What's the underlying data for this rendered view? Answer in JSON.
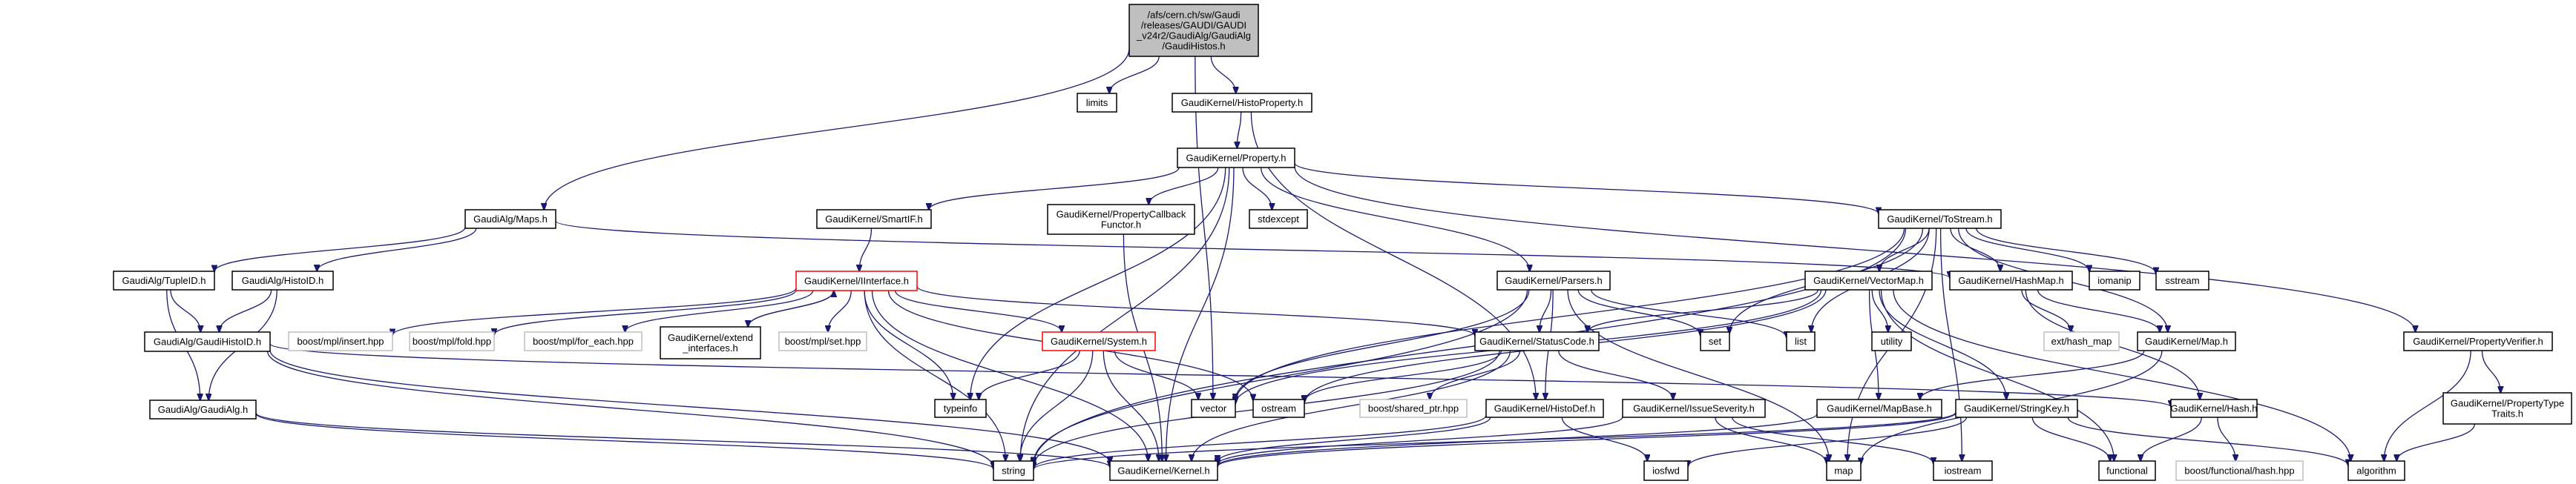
{
  "title": "Include dependency graph for GaudiHistos.h",
  "colors": {
    "edge": "#191970",
    "root_fill": "#bfbfbf",
    "external_border": "#bfbfbf",
    "error_border": "#ff0000",
    "normal_border": "#000000"
  },
  "nodes": [
    {
      "id": "root",
      "lines": [
        "/afs/cern.ch/sw/Gaudi",
        "/releases/GAUDI/GAUDI",
        "_v24r2/GaudiAlg/GaudiAlg",
        "/GaudiHistos.h"
      ],
      "kind": "root"
    },
    {
      "id": "limits",
      "lines": [
        "limits"
      ],
      "kind": "normal"
    },
    {
      "id": "histoproperty",
      "lines": [
        "GaudiKernel/HistoProperty.h"
      ],
      "kind": "normal"
    },
    {
      "id": "property",
      "lines": [
        "GaudiKernel/Property.h"
      ],
      "kind": "normal"
    },
    {
      "id": "maps",
      "lines": [
        "GaudiAlg/Maps.h"
      ],
      "kind": "normal"
    },
    {
      "id": "smartif",
      "lines": [
        "GaudiKernel/SmartIF.h"
      ],
      "kind": "normal"
    },
    {
      "id": "callback",
      "lines": [
        "GaudiKernel/PropertyCallback",
        "Functor.h"
      ],
      "kind": "normal"
    },
    {
      "id": "stdexcept",
      "lines": [
        "stdexcept"
      ],
      "kind": "normal"
    },
    {
      "id": "tostream",
      "lines": [
        "GaudiKernel/ToStream.h"
      ],
      "kind": "normal"
    },
    {
      "id": "tupleid",
      "lines": [
        "GaudiAlg/TupleID.h"
      ],
      "kind": "normal"
    },
    {
      "id": "histoid",
      "lines": [
        "GaudiAlg/HistoID.h"
      ],
      "kind": "normal"
    },
    {
      "id": "iinterface",
      "lines": [
        "GaudiKernel/IInterface.h"
      ],
      "kind": "error"
    },
    {
      "id": "parsers",
      "lines": [
        "GaudiKernel/Parsers.h"
      ],
      "kind": "normal"
    },
    {
      "id": "vectormap",
      "lines": [
        "GaudiKernel/VectorMap.h"
      ],
      "kind": "normal"
    },
    {
      "id": "hashmap",
      "lines": [
        "GaudiKernel/HashMap.h"
      ],
      "kind": "normal"
    },
    {
      "id": "iomanip",
      "lines": [
        "iomanip"
      ],
      "kind": "normal"
    },
    {
      "id": "sstream",
      "lines": [
        "sstream"
      ],
      "kind": "normal"
    },
    {
      "id": "gaudihistoid",
      "lines": [
        "GaudiAlg/GaudiHistoID.h"
      ],
      "kind": "normal"
    },
    {
      "id": "mpl_insert",
      "lines": [
        "boost/mpl/insert.hpp"
      ],
      "kind": "external"
    },
    {
      "id": "mpl_fold",
      "lines": [
        "boost/mpl/fold.hpp"
      ],
      "kind": "external"
    },
    {
      "id": "mpl_for_each",
      "lines": [
        "boost/mpl/for_each.hpp"
      ],
      "kind": "external"
    },
    {
      "id": "extend_interfaces",
      "lines": [
        "GaudiKernel/extend",
        "_interfaces.h"
      ],
      "kind": "normal"
    },
    {
      "id": "mpl_set",
      "lines": [
        "boost/mpl/set.hpp"
      ],
      "kind": "external"
    },
    {
      "id": "system",
      "lines": [
        "GaudiKernel/System.h"
      ],
      "kind": "error"
    },
    {
      "id": "statuscode",
      "lines": [
        "GaudiKernel/StatusCode.h"
      ],
      "kind": "normal"
    },
    {
      "id": "set",
      "lines": [
        "set"
      ],
      "kind": "normal"
    },
    {
      "id": "list",
      "lines": [
        "list"
      ],
      "kind": "normal"
    },
    {
      "id": "utility",
      "lines": [
        "utility"
      ],
      "kind": "normal"
    },
    {
      "id": "hash_map",
      "lines": [
        "ext/hash_map"
      ],
      "kind": "external"
    },
    {
      "id": "mapheader",
      "lines": [
        "GaudiKernel/Map.h"
      ],
      "kind": "normal"
    },
    {
      "id": "propertyverifier",
      "lines": [
        "GaudiKernel/PropertyVerifier.h"
      ],
      "kind": "normal"
    },
    {
      "id": "gaudialg",
      "lines": [
        "GaudiAlg/GaudiAlg.h"
      ],
      "kind": "normal"
    },
    {
      "id": "typeinfo",
      "lines": [
        "typeinfo"
      ],
      "kind": "normal"
    },
    {
      "id": "vector",
      "lines": [
        "vector"
      ],
      "kind": "normal"
    },
    {
      "id": "ostream",
      "lines": [
        "ostream"
      ],
      "kind": "normal"
    },
    {
      "id": "shared_ptr",
      "lines": [
        "boost/shared_ptr.hpp"
      ],
      "kind": "external"
    },
    {
      "id": "histodef",
      "lines": [
        "GaudiKernel/HistoDef.h"
      ],
      "kind": "normal"
    },
    {
      "id": "issueseverity",
      "lines": [
        "GaudiKernel/IssueSeverity.h"
      ],
      "kind": "normal"
    },
    {
      "id": "mapbase",
      "lines": [
        "GaudiKernel/MapBase.h"
      ],
      "kind": "normal"
    },
    {
      "id": "stringkey",
      "lines": [
        "GaudiKernel/StringKey.h"
      ],
      "kind": "normal"
    },
    {
      "id": "hashheader",
      "lines": [
        "GaudiKernel/Hash.h"
      ],
      "kind": "normal"
    },
    {
      "id": "propertytypetraits",
      "lines": [
        "GaudiKernel/PropertyType",
        "Traits.h"
      ],
      "kind": "normal"
    },
    {
      "id": "string",
      "lines": [
        "string"
      ],
      "kind": "normal"
    },
    {
      "id": "kernel",
      "lines": [
        "GaudiKernel/Kernel.h"
      ],
      "kind": "normal"
    },
    {
      "id": "iosfwd",
      "lines": [
        "iosfwd"
      ],
      "kind": "normal"
    },
    {
      "id": "map",
      "lines": [
        "map"
      ],
      "kind": "normal"
    },
    {
      "id": "iostream",
      "lines": [
        "iostream"
      ],
      "kind": "normal"
    },
    {
      "id": "functional",
      "lines": [
        "functional"
      ],
      "kind": "normal"
    },
    {
      "id": "boost_functional_hash",
      "lines": [
        "boost/functional/hash.hpp"
      ],
      "kind": "external"
    },
    {
      "id": "algorithm",
      "lines": [
        "algorithm"
      ],
      "kind": "normal"
    }
  ],
  "edges": [
    [
      "root",
      "limits"
    ],
    [
      "root",
      "histoproperty"
    ],
    [
      "root",
      "maps"
    ],
    [
      "root",
      "vector"
    ],
    [
      "histoproperty",
      "property"
    ],
    [
      "histoproperty",
      "histodef"
    ],
    [
      "property",
      "string"
    ],
    [
      "property",
      "smartif"
    ],
    [
      "property",
      "callback"
    ],
    [
      "property",
      "stdexcept"
    ],
    [
      "property",
      "typeinfo"
    ],
    [
      "property",
      "kernel"
    ],
    [
      "property",
      "parsers"
    ],
    [
      "property",
      "tostream"
    ],
    [
      "property",
      "propertyverifier"
    ],
    [
      "maps",
      "tupleid"
    ],
    [
      "maps",
      "histoid"
    ],
    [
      "maps",
      "hashmap"
    ],
    [
      "smartif",
      "iinterface"
    ],
    [
      "callback",
      "kernel"
    ],
    [
      "tostream",
      "string"
    ],
    [
      "tostream",
      "vector"
    ],
    [
      "tostream",
      "list"
    ],
    [
      "tostream",
      "set"
    ],
    [
      "tostream",
      "vectormap"
    ],
    [
      "tostream",
      "hashmap"
    ],
    [
      "tostream",
      "iomanip"
    ],
    [
      "tostream",
      "sstream"
    ],
    [
      "tostream",
      "mapheader"
    ],
    [
      "tostream",
      "map"
    ],
    [
      "tostream",
      "iostream"
    ],
    [
      "tupleid",
      "gaudihistoid"
    ],
    [
      "tupleid",
      "gaudialg"
    ],
    [
      "histoid",
      "gaudihistoid"
    ],
    [
      "histoid",
      "gaudialg"
    ],
    [
      "iinterface",
      "mpl_insert"
    ],
    [
      "iinterface",
      "mpl_fold"
    ],
    [
      "iinterface",
      "mpl_for_each"
    ],
    [
      "iinterface",
      "extend_interfaces"
    ],
    [
      "iinterface",
      "mpl_set"
    ],
    [
      "iinterface",
      "typeinfo"
    ],
    [
      "iinterface",
      "system"
    ],
    [
      "iinterface",
      "statuscode"
    ],
    [
      "iinterface",
      "ostream"
    ],
    [
      "iinterface",
      "kernel"
    ],
    [
      "iinterface",
      "string"
    ],
    [
      "extend_interfaces",
      "iinterface"
    ],
    [
      "parsers",
      "string"
    ],
    [
      "parsers",
      "vector"
    ],
    [
      "parsers",
      "statuscode"
    ],
    [
      "parsers",
      "set"
    ],
    [
      "parsers",
      "list"
    ],
    [
      "parsers",
      "map"
    ],
    [
      "parsers",
      "histodef"
    ],
    [
      "vectormap",
      "statuscode"
    ],
    [
      "vectormap",
      "vector"
    ],
    [
      "vectormap",
      "ostream"
    ],
    [
      "vectormap",
      "utility"
    ],
    [
      "vectormap",
      "mapbase"
    ],
    [
      "vectormap",
      "stringkey"
    ],
    [
      "vectormap",
      "functional"
    ],
    [
      "vectormap",
      "algorithm"
    ],
    [
      "hashmap",
      "hash_map"
    ],
    [
      "hashmap",
      "mapheader"
    ],
    [
      "hashmap",
      "hashheader"
    ],
    [
      "gaudihistoid",
      "string"
    ],
    [
      "gaudihistoid",
      "kernel"
    ],
    [
      "gaudihistoid",
      "hashheader"
    ],
    [
      "system",
      "typeinfo"
    ],
    [
      "system",
      "string"
    ],
    [
      "system",
      "vector"
    ],
    [
      "system",
      "kernel"
    ],
    [
      "statuscode",
      "ostream"
    ],
    [
      "statuscode",
      "shared_ptr"
    ],
    [
      "statuscode",
      "issueseverity"
    ],
    [
      "statuscode",
      "string"
    ],
    [
      "statuscode",
      "kernel"
    ],
    [
      "mapheader",
      "mapbase"
    ],
    [
      "mapheader",
      "map"
    ],
    [
      "propertyverifier",
      "propertytypetraits"
    ],
    [
      "propertyverifier",
      "algorithm"
    ],
    [
      "gaudialg",
      "string"
    ],
    [
      "gaudialg",
      "kernel"
    ],
    [
      "histodef",
      "string"
    ],
    [
      "histodef",
      "kernel"
    ],
    [
      "histodef",
      "iosfwd"
    ],
    [
      "issueseverity",
      "kernel"
    ],
    [
      "issueseverity",
      "map"
    ],
    [
      "issueseverity",
      "iostream"
    ],
    [
      "mapbase",
      "kernel"
    ],
    [
      "stringkey",
      "string"
    ],
    [
      "stringkey",
      "kernel"
    ],
    [
      "stringkey",
      "functional"
    ],
    [
      "stringkey",
      "algorithm"
    ],
    [
      "stringkey",
      "iosfwd"
    ],
    [
      "hashheader",
      "functional"
    ],
    [
      "hashheader",
      "boost_functional_hash"
    ],
    [
      "propertytypetraits",
      "algorithm"
    ]
  ]
}
